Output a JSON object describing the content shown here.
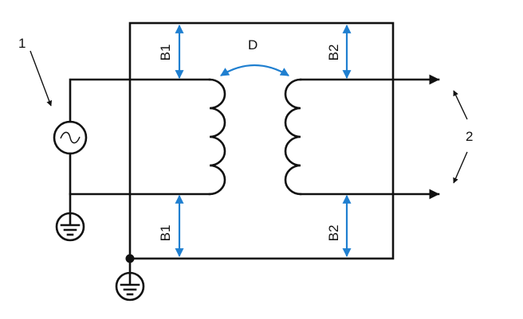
{
  "labels": {
    "source_ref": "1",
    "outputs_ref": "2",
    "distance": "D",
    "clearance_left_top": "B1",
    "clearance_left_bottom": "B1",
    "clearance_right_top": "B2",
    "clearance_right_bottom": "B2"
  },
  "colors": {
    "line": "#111111",
    "dimension": "#1f7fd0"
  },
  "icons": {
    "source": "ac-source-icon",
    "ground": "ground-icon"
  }
}
